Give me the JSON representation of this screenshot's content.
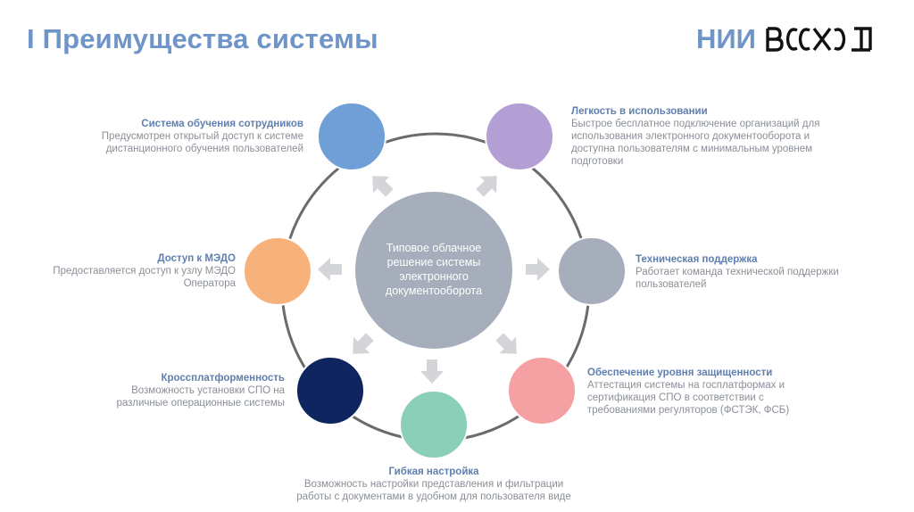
{
  "header": {
    "title": "I Преимущества системы",
    "logo_nii": "НИИ",
    "logo_word": "ВОСХОД"
  },
  "center": {
    "label": "Типовое облачное\nрешение системы\nэлектронного\nдокументооборота"
  },
  "colors": {
    "title": "#6f95c8",
    "feature_title": "#5f7fb0",
    "feature_text": "#8a8f98",
    "ring": "#6b6b6b",
    "center_circle": "#a6aebb",
    "arrows": "#d3d5d9",
    "node_training": "#6f9fd6",
    "node_ease": "#b49fd4",
    "node_support": "#a6aebb",
    "node_security": "#f5a0a3",
    "node_config": "#8ccfb8",
    "node_crossplatform": "#0e2560",
    "node_medo": "#f7b27c"
  },
  "features": {
    "training": {
      "title": "Система обучения сотрудников",
      "text": "Предусмотрен открытый доступ к системе\nдистанционного обучения пользователей"
    },
    "ease": {
      "title": "Легкость в использовании",
      "text": "Быстрое бесплатное подключение организаций для\nиспользования электронного документооборота и\nдоступна пользователям с минимальным уровнем\nподготовки"
    },
    "support": {
      "title": "Техническая поддержка",
      "text": "Работает команда технической поддержки\nпользователей"
    },
    "security": {
      "title": "Обеспечение уровня защищенности",
      "text": "Аттестация системы на госплатформах и\nсертификация СПО в соответствии с\nтребованиями  регуляторов (ФСТЭК, ФСБ)"
    },
    "config": {
      "title": "Гибкая настройка",
      "text": "Возможность настройки представления и фильтрации\nработы с документами в удобном для пользователя виде"
    },
    "crossplatform": {
      "title": "Кроссплатформенность",
      "text": "Возможность установки СПО на\nразличные операционные системы"
    },
    "medo": {
      "title": "Доступ к МЭДО",
      "text": "Предоставляется доступ к узлу МЭДО\nОператора"
    }
  }
}
